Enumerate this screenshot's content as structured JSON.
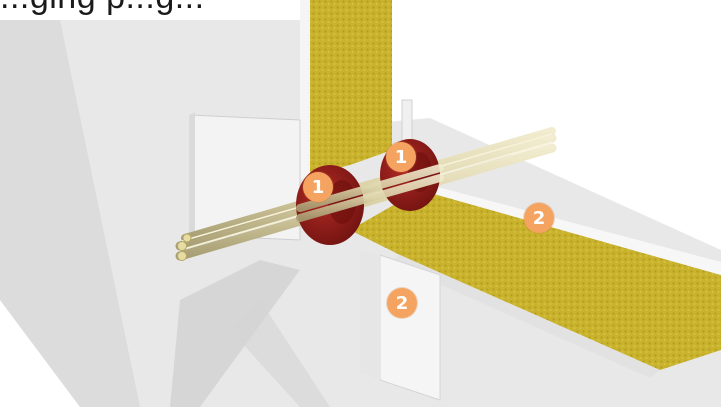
{
  "title": "...ging p...g...",
  "callouts": {
    "sealant_collar": "1",
    "fire_board": "2"
  },
  "colors": {
    "wall": "#e9e9e9",
    "wall_shadow": "#d4d4d4",
    "mineral_wool": "#c9b22c",
    "collar": "#8e1a17",
    "pipe": "#dcd3a8",
    "callout": "#f4a460"
  }
}
